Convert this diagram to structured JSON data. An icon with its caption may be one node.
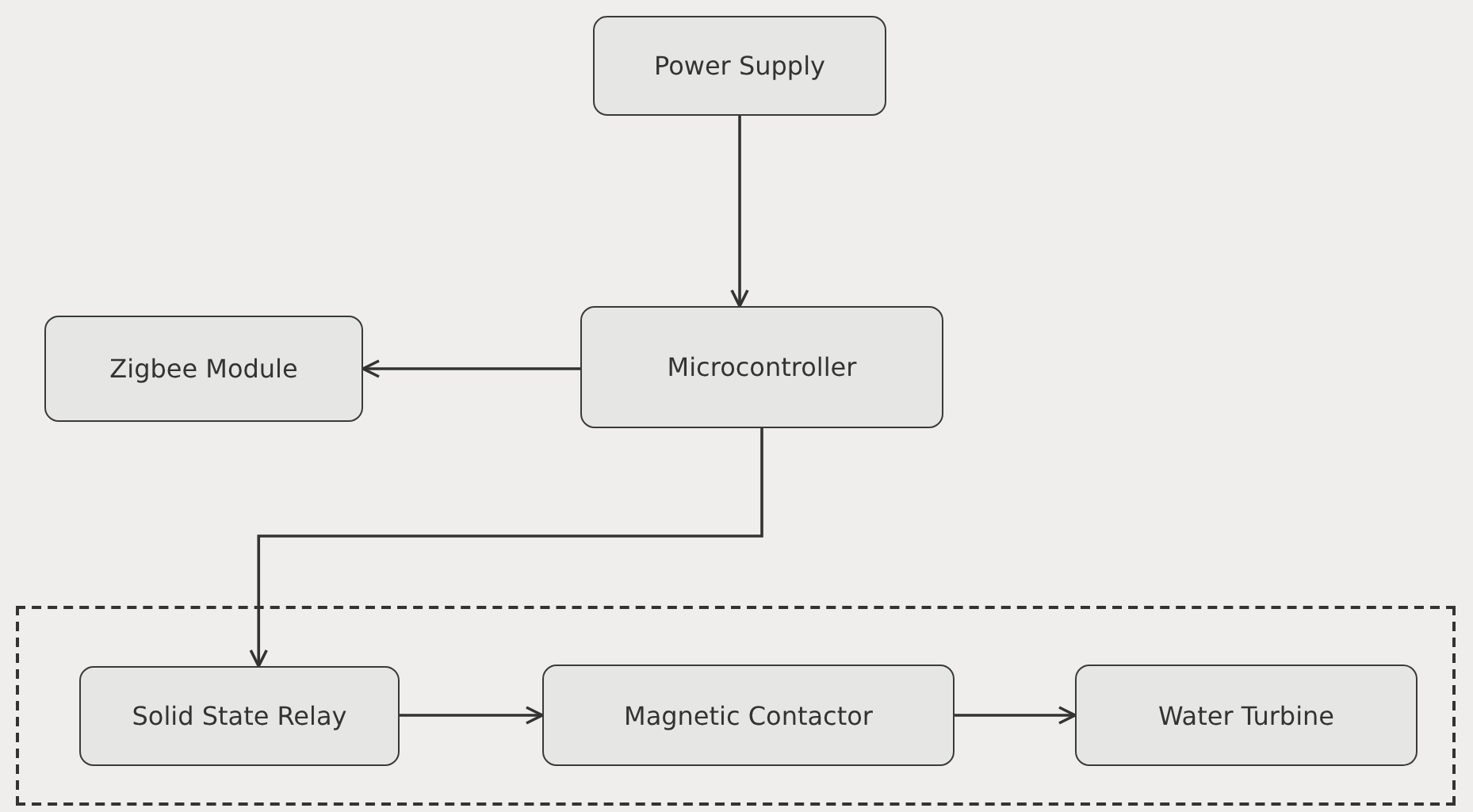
{
  "diagram": {
    "nodes": [
      {
        "text": [
          "Power Supply"
        ]
      },
      {
        "text": [
          "Zigbee Module"
        ]
      },
      {
        "text": [
          "Microcontroller"
        ]
      },
      {
        "text": [],
        "shape": "box"
      },
      {
        "text": [
          "Solid State Relay"
        ],
        "in": 3
      },
      {
        "text": [
          "Magnetic Contactor"
        ],
        "in": 3
      },
      {
        "text": [
          "Water Turbine"
        ],
        "in": 3
      }
    ],
    "edges": [
      {
        "from": 0,
        "to": 2,
        "arrow": "to"
      },
      {
        "from": 2,
        "to": 1,
        "arrow": "to"
      },
      {
        "from": 2,
        "to": 4,
        "arrow": "to"
      },
      {
        "from": 4,
        "to": 5,
        "arrow": "to"
      },
      {
        "from": 5,
        "to": 6,
        "arrow": "to"
      }
    ]
  }
}
